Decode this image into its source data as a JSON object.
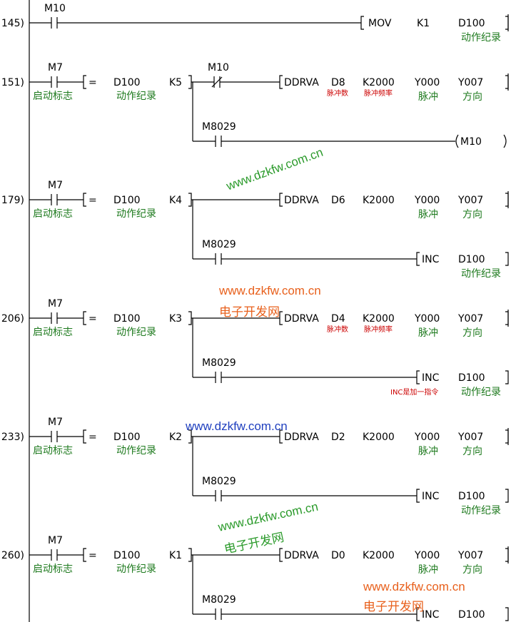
{
  "rungs": [
    {
      "step": "145)",
      "contact": "M10",
      "contact_type": "no",
      "instruction": {
        "mnemonic": "MOV",
        "op1": "K1",
        "op2": "D100",
        "op2_comment": "动作纪录"
      }
    },
    {
      "step": "151)",
      "contact": "M7",
      "contact_comment": "启动标志",
      "compare": {
        "op": "=",
        "s1": "D100",
        "s1_comment": "动作纪录",
        "s2": "K5"
      },
      "interlock": {
        "device": "M10",
        "type": "nc"
      },
      "instruction": {
        "mnemonic": "DDRVA",
        "op1": "D8",
        "op2": "K2000",
        "op3": "Y000",
        "op4": "Y007",
        "op1_note": "脉冲数",
        "op2_note": "脉冲频率",
        "op3_comment": "脉冲",
        "op4_comment": "方向"
      },
      "branch": {
        "contact": "M8029",
        "coil": "M10"
      }
    },
    {
      "step": "179)",
      "contact": "M7",
      "contact_comment": "启动标志",
      "compare": {
        "op": "=",
        "s1": "D100",
        "s1_comment": "动作纪录",
        "s2": "K4"
      },
      "instruction": {
        "mnemonic": "DDRVA",
        "op1": "D6",
        "op2": "K2000",
        "op3": "Y000",
        "op4": "Y007",
        "op3_comment": "脉冲",
        "op4_comment": "方向"
      },
      "branch": {
        "contact": "M8029",
        "mnemonic": "INC",
        "operand": "D100",
        "operand_comment": "动作纪录"
      }
    },
    {
      "step": "206)",
      "contact": "M7",
      "contact_comment": "启动标志",
      "compare": {
        "op": "=",
        "s1": "D100",
        "s1_comment": "动作纪录",
        "s2": "K3"
      },
      "instruction": {
        "mnemonic": "DDRVA",
        "op1": "D4",
        "op2": "K2000",
        "op3": "Y000",
        "op4": "Y007",
        "op1_note": "脉冲数",
        "op2_note": "脉冲频率",
        "op3_comment": "脉冲",
        "op4_comment": "方向"
      },
      "branch": {
        "contact": "M8029",
        "mnemonic": "INC",
        "operand": "D100",
        "operand_comment": "动作纪录",
        "note": "INC是加一指令"
      }
    },
    {
      "step": "233)",
      "contact": "M7",
      "contact_comment": "启动标志",
      "compare": {
        "op": "=",
        "s1": "D100",
        "s1_comment": "动作纪录",
        "s2": "K2"
      },
      "instruction": {
        "mnemonic": "DDRVA",
        "op1": "D2",
        "op2": "K2000",
        "op3": "Y000",
        "op4": "Y007",
        "op3_comment": "脉冲",
        "op4_comment": "方向"
      },
      "branch": {
        "contact": "M8029",
        "mnemonic": "INC",
        "operand": "D100",
        "operand_comment": "动作纪录"
      }
    },
    {
      "step": "260)",
      "contact": "M7",
      "contact_comment": "启动标志",
      "compare": {
        "op": "=",
        "s1": "D100",
        "s1_comment": "动作纪录",
        "s2": "K1"
      },
      "instruction": {
        "mnemonic": "DDRVA",
        "op1": "D0",
        "op2": "K2000",
        "op3": "Y000",
        "op4": "Y007",
        "op3_comment": "脉冲",
        "op4_comment": "方向"
      },
      "branch": {
        "contact": "M8029",
        "mnemonic": "INC",
        "operand": "D100"
      }
    }
  ],
  "watermarks": [
    {
      "text": "www.dzkfw.com.cn",
      "color": "#2a9a2a"
    },
    {
      "text": "www.dzkfw.com.cn",
      "color": "#e8601c"
    },
    {
      "text": "电子开发网",
      "color": "#e8601c"
    },
    {
      "text": "www.dzkfw.com.cn",
      "color": "#1f3fbf"
    },
    {
      "text": "www.dzkfw.com.cn",
      "color": "#2a9a2a"
    },
    {
      "text": "电子开发网",
      "color": "#2a9a2a"
    },
    {
      "text": "www.dzkfw.com.cn",
      "color": "#e8601c"
    },
    {
      "text": "电子开发网",
      "color": "#e8601c"
    }
  ]
}
